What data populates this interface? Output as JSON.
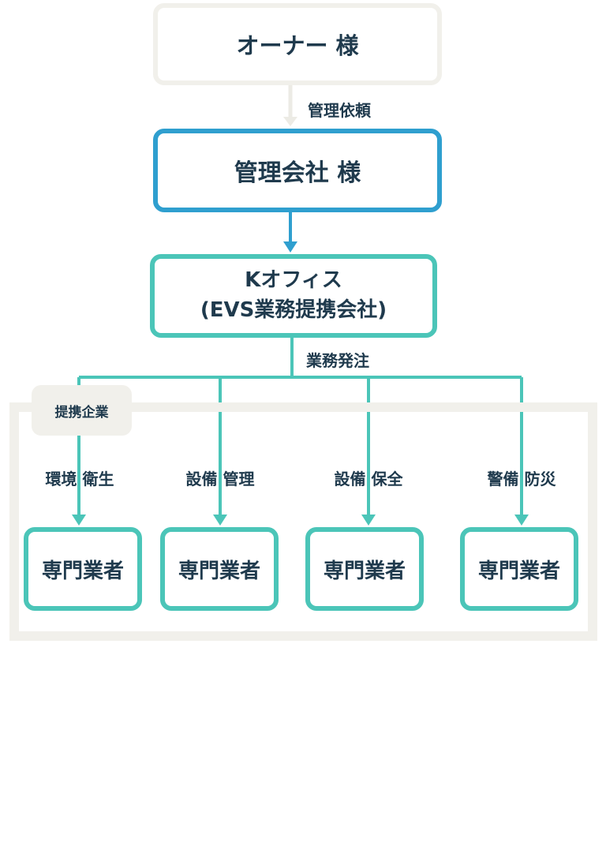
{
  "owner": {
    "label": "オーナー 様"
  },
  "request": {
    "label": "管理依頼"
  },
  "management_company": {
    "label": "管理会社 様"
  },
  "k_office": {
    "line1": "Kオフィス",
    "line2": "(EVS業務提携会社)"
  },
  "order": {
    "label": "業務発注"
  },
  "partner_group": {
    "label": "提携企業"
  },
  "categories": [
    {
      "label": "環境 衛生",
      "box_label": "専門業者"
    },
    {
      "label": "設備 管理",
      "box_label": "専門業者"
    },
    {
      "label": "設備 保全",
      "box_label": "専門業者"
    },
    {
      "label": "警備 防災",
      "box_label": "専門業者"
    }
  ],
  "colors": {
    "owner_border": "#f1f0eb",
    "management_border": "#2f9fcf",
    "k_office_border": "#4bc5b8",
    "group_frame": "#f1f0eb",
    "text": "#1f3a4d"
  }
}
